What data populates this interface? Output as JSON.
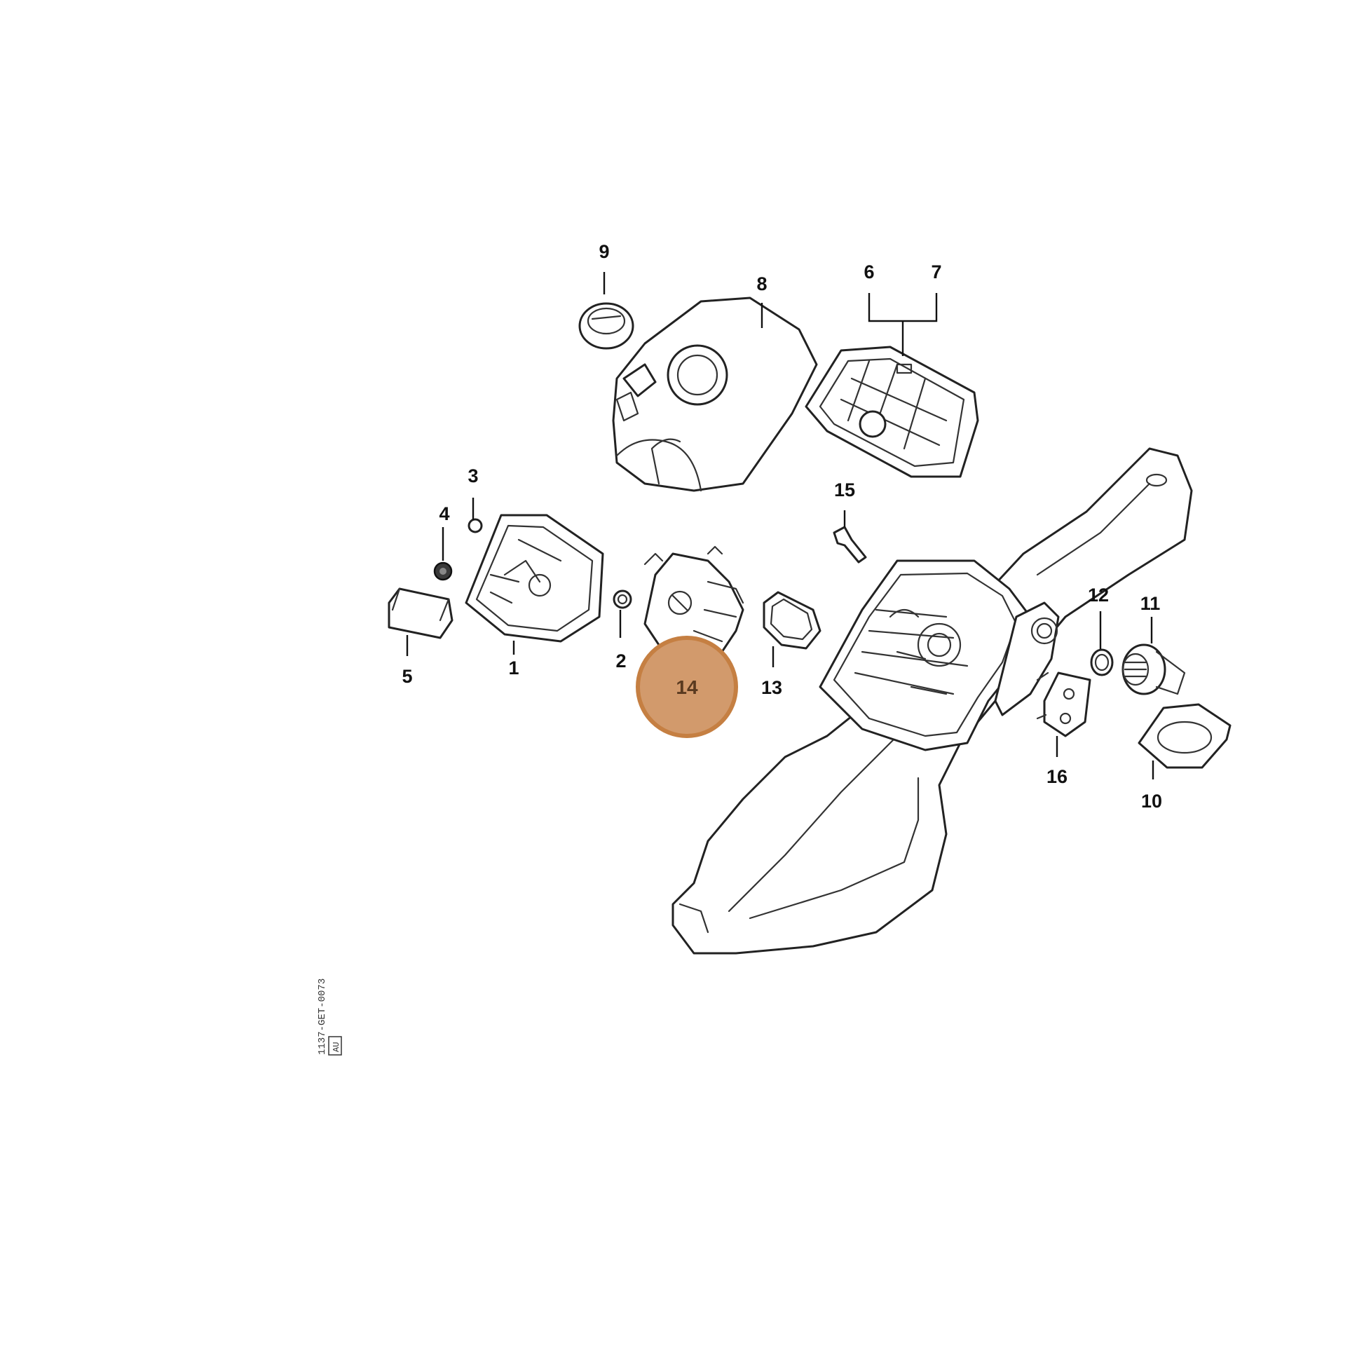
{
  "diagram": {
    "highlight_color": "#d29a6c",
    "highlight_border": "#c57f42",
    "callouts": [
      {
        "id": "1",
        "label": "1"
      },
      {
        "id": "2",
        "label": "2"
      },
      {
        "id": "3",
        "label": "3"
      },
      {
        "id": "4",
        "label": "4"
      },
      {
        "id": "5",
        "label": "5"
      },
      {
        "id": "6",
        "label": "6"
      },
      {
        "id": "7",
        "label": "7"
      },
      {
        "id": "8",
        "label": "8"
      },
      {
        "id": "9",
        "label": "9"
      },
      {
        "id": "10",
        "label": "10"
      },
      {
        "id": "11",
        "label": "11"
      },
      {
        "id": "12",
        "label": "12"
      },
      {
        "id": "13",
        "label": "13"
      },
      {
        "id": "14",
        "label": "14",
        "highlighted": true
      },
      {
        "id": "15",
        "label": "15"
      },
      {
        "id": "16",
        "label": "16"
      }
    ],
    "drawing_code": "1137-GET-0073",
    "drawing_code_suffix": "AU"
  }
}
